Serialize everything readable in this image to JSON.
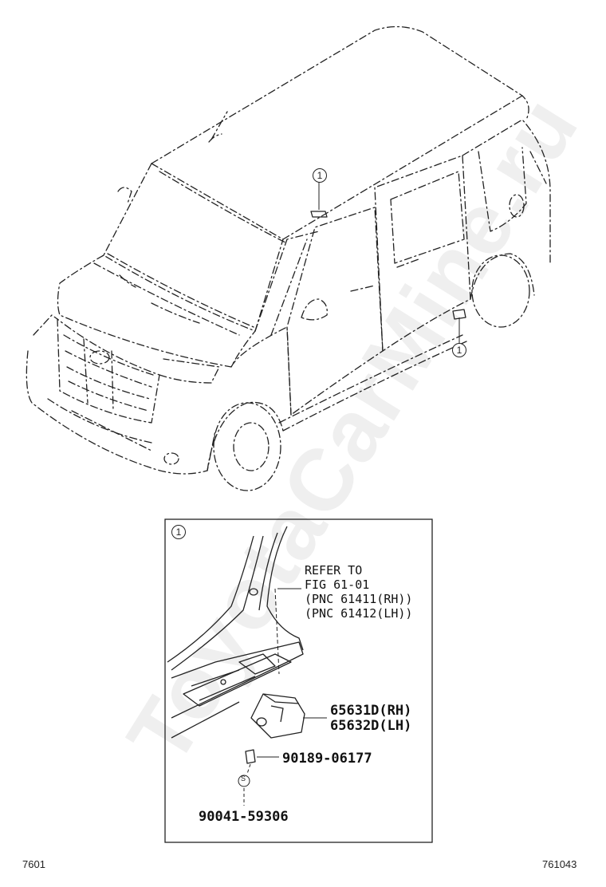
{
  "callout_marker": "1",
  "refer_note": {
    "line1": "REFER TO",
    "line2": "FIG 61-01",
    "line3": "(PNC 61411(RH))",
    "line4": "(PNC 61412(LH))"
  },
  "parts": {
    "bracket_rh": "65631D(RH)",
    "bracket_lh": "65632D(LH)",
    "clip": "90189-06177",
    "screw": "90041-59306",
    "screw_symbol": "S"
  },
  "footer": {
    "left_code": "7601",
    "right_code": "761043"
  },
  "watermark": "ToyotaCarMine.ru"
}
